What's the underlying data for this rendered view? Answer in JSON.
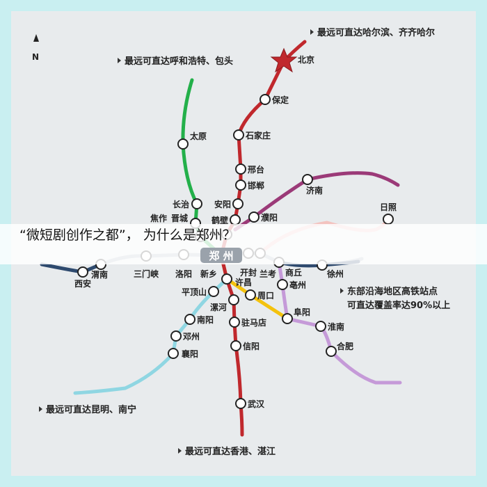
{
  "compass": "N",
  "notes": {
    "north": "最远可直达哈尔滨、齐齐哈尔",
    "northwest": "最远可直达呼和浩特、包头",
    "east_line1": "东部沿海地区高铁站点",
    "east_line2": "可直达覆盖率达90%以上",
    "southwest": "最远可直达昆明、南宁",
    "south": "最远可直达香港、湛江"
  },
  "hub": "郑 州",
  "stations": [
    "北京",
    "保定",
    "石家庄",
    "邢台",
    "邯郸",
    "安阳",
    "鹤壁",
    "新乡",
    "开封",
    "兰考",
    "商丘",
    "徐州",
    "日照",
    "济南",
    "濮阳",
    "太原",
    "长治",
    "晋城",
    "焦作",
    "洛阳",
    "三门峡",
    "渭南",
    "西安",
    "许昌",
    "周口",
    "阜阳",
    "淮南",
    "合肥",
    "亳州",
    "平顶山",
    "漯河",
    "驻马店",
    "南阳",
    "邓州",
    "襄阳",
    "信阳",
    "武汉"
  ],
  "overlay_title": "“微短剧创作之都”，  为什么是郑州？",
  "colors": {
    "red": "#c0282d",
    "green": "#23b04a",
    "magenta": "#9b3a78",
    "gray": "#a9b4c2",
    "navy": "#2e4a6e",
    "yellow": "#f4c20d",
    "lilac": "#c59ad8",
    "lightblue": "#8fd6e2",
    "pink": "#f3c3bf"
  }
}
